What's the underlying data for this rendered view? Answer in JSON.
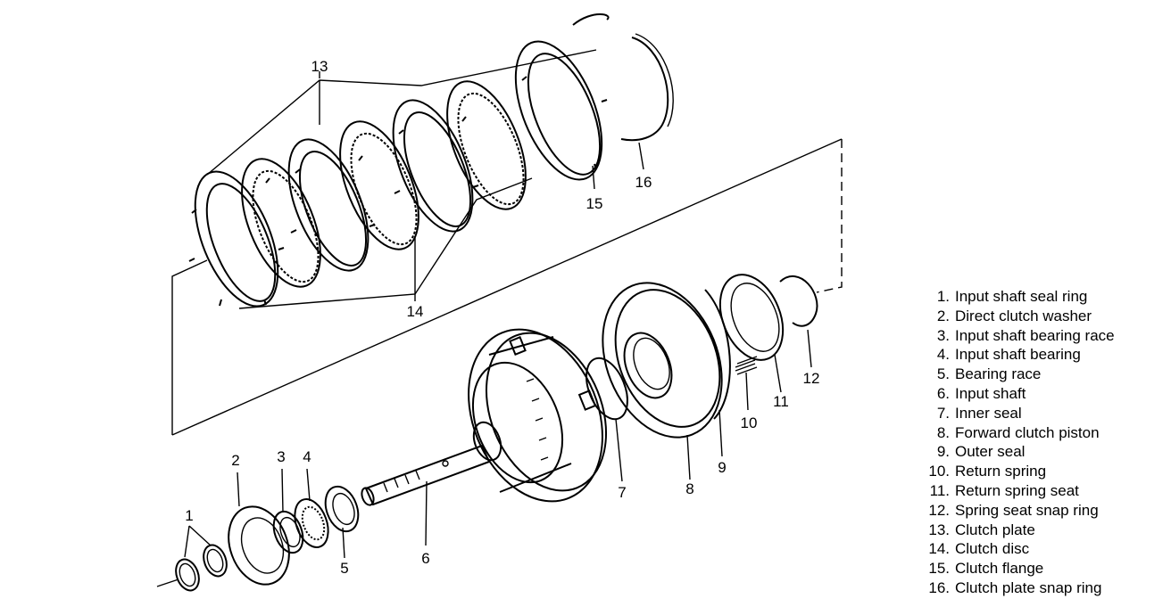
{
  "callouts": [
    "1",
    "2",
    "3",
    "4",
    "5",
    "6",
    "7",
    "8",
    "9",
    "10",
    "11",
    "12",
    "13",
    "14",
    "15",
    "16"
  ],
  "legend": [
    {
      "num": "1.",
      "text": "Input shaft seal ring"
    },
    {
      "num": "2.",
      "text": "Direct clutch washer"
    },
    {
      "num": "3.",
      "text": "Input shaft bearing race"
    },
    {
      "num": "4.",
      "text": "Input shaft bearing"
    },
    {
      "num": "5.",
      "text": "Bearing race"
    },
    {
      "num": "6.",
      "text": "Input shaft"
    },
    {
      "num": "7.",
      "text": "Inner seal"
    },
    {
      "num": "8.",
      "text": "Forward clutch piston"
    },
    {
      "num": "9.",
      "text": "Outer seal"
    },
    {
      "num": "10.",
      "text": "Return spring"
    },
    {
      "num": "11.",
      "text": "Return spring seat"
    },
    {
      "num": "12.",
      "text": "Spring seat snap ring"
    },
    {
      "num": "13.",
      "text": "Clutch plate"
    },
    {
      "num": "14.",
      "text": "Clutch disc"
    },
    {
      "num": "15.",
      "text": "Clutch flange"
    },
    {
      "num": "16.",
      "text": "Clutch plate snap ring"
    }
  ]
}
